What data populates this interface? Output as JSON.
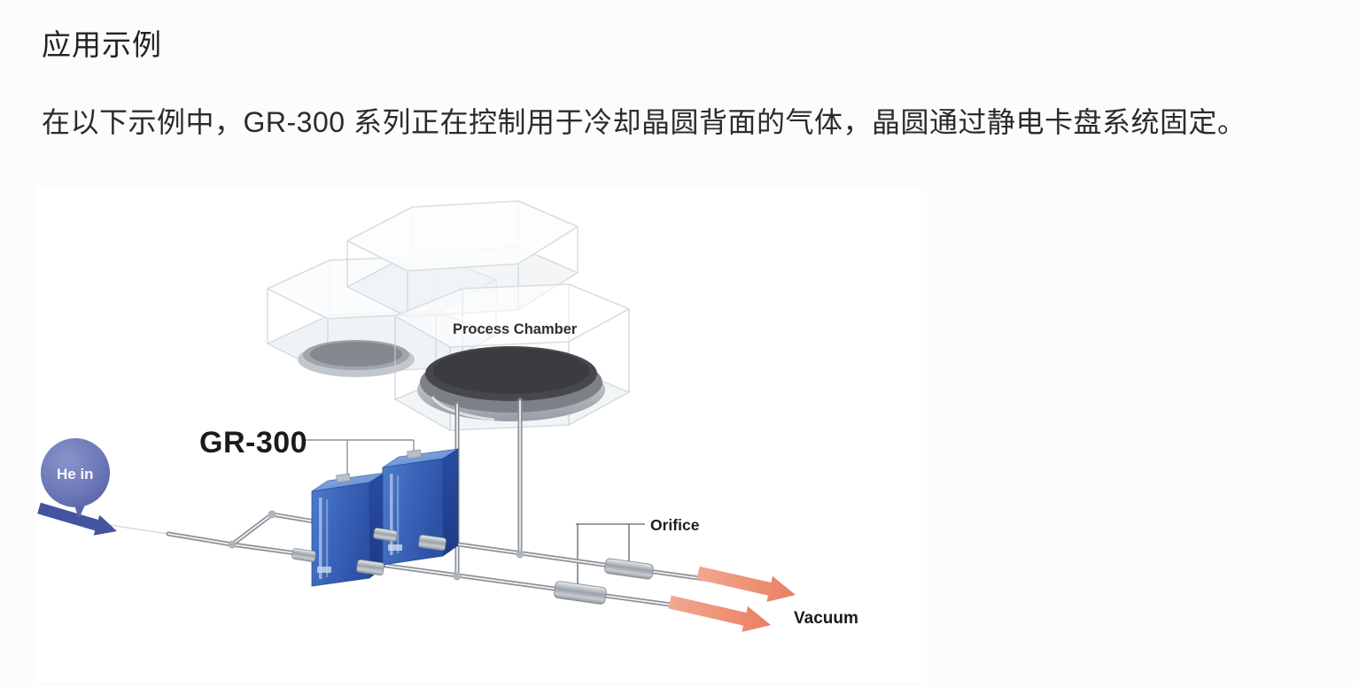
{
  "page": {
    "title": "应用示例",
    "intro": "在以下示例中，GR-300 系列正在控制用于冷却晶圆背面的气体，晶圆通过静电卡盘系统固定。"
  },
  "diagram": {
    "labels": {
      "he_in": "He in",
      "gr300": "GR-300",
      "process_chamber": "Process Chamber",
      "orifice": "Orifice",
      "vacuum": "Vacuum"
    },
    "colors": {
      "he_balloon": "#6b76b8",
      "inlet_arrow": "#44549f",
      "device_blue": "#3c67bd",
      "pipe_gray": "#878e95",
      "vacuum_arrow": "#ec8a6d",
      "label_text": "#1f1f1f"
    }
  }
}
